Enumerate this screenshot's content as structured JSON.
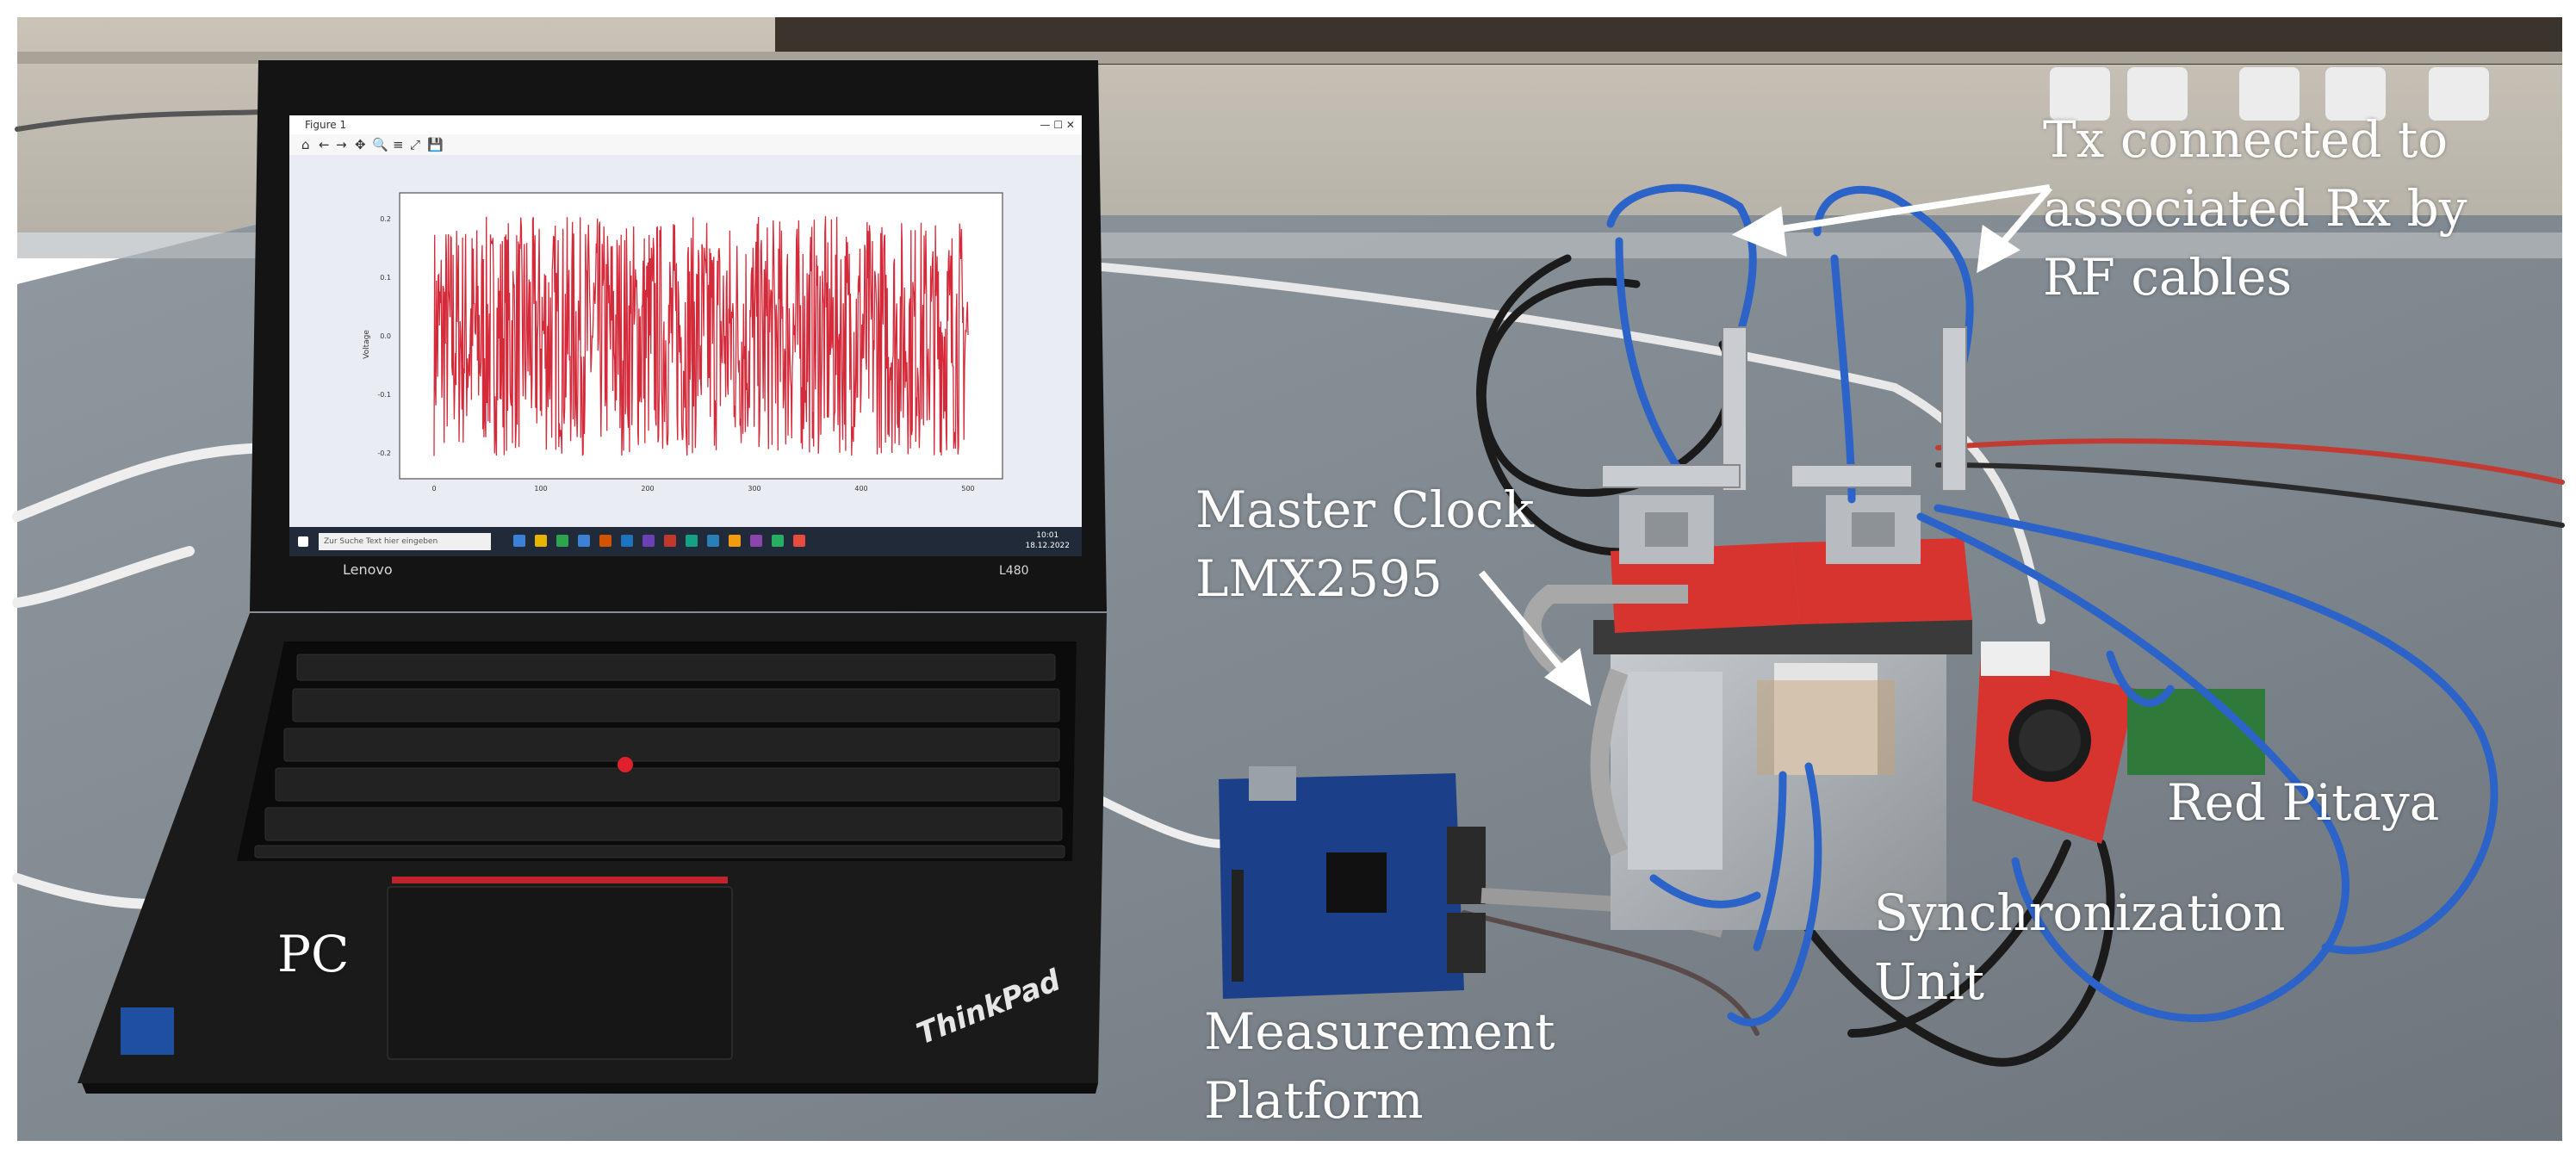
{
  "labels": {
    "tx_cables": [
      "Tx connected to",
      "associated Rx by",
      "RF cables"
    ],
    "master_clock": [
      "Master Clock",
      "LMX2595"
    ],
    "red_pitaya": "Red Pitaya",
    "sync_unit": [
      "Synchronization",
      "Unit"
    ],
    "measurement": [
      "Measurement",
      "Platform"
    ],
    "pc": "PC"
  },
  "laptop": {
    "window_title": "Figure 1",
    "window_controls": "—  ☐  ✕",
    "toolbar_icons": [
      "⌂",
      "←",
      "→",
      "✥",
      "🔍",
      "≡",
      "⤢",
      "💾"
    ],
    "y_axis_label": "Voltage",
    "y_ticks": [
      "0.2",
      "0.1",
      "0.0",
      "-0.1",
      "-0.2"
    ],
    "x_ticks": [
      "0",
      "100",
      "200",
      "300",
      "400",
      "500"
    ],
    "taskbar_search": "Zur Suche Text hier eingeben",
    "clock_time": "10:01",
    "clock_date": "18.12.2022",
    "brand_lenovo": "Lenovo",
    "model": "L480",
    "thinkpad": "ThinkPad"
  },
  "colors": {
    "signal": "#d42a3a",
    "cable": "#2b63c9",
    "pcb_red": "#d8342f",
    "pcb_blue": "#1c3f8a",
    "table": "#7e8791"
  }
}
